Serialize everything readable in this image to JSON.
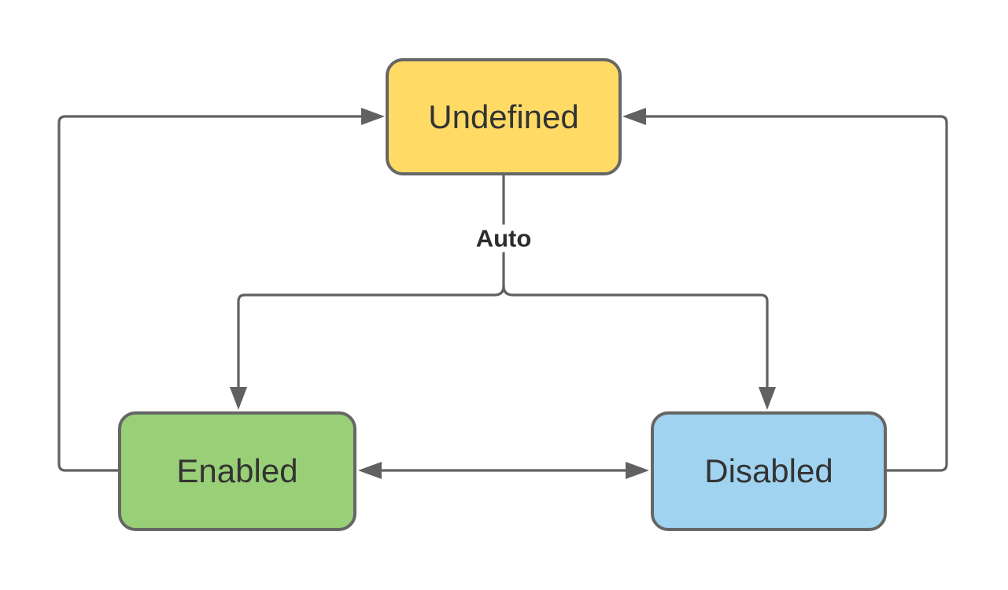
{
  "diagram": {
    "type": "state-diagram",
    "background": "#ffffff",
    "nodes": [
      {
        "label": "Undefined",
        "fill": "#FFDB66",
        "position": "top-center"
      },
      {
        "label": "Enabled",
        "fill": "#99D077",
        "position": "bottom-left"
      },
      {
        "label": "Disabled",
        "fill": "#A0D3F0",
        "position": "bottom-right"
      }
    ],
    "edges": [
      {
        "from": "Undefined",
        "to": "Enabled",
        "label": "Auto",
        "style": "arrow"
      },
      {
        "from": "Undefined",
        "to": "Disabled",
        "label": "Auto",
        "style": "arrow"
      },
      {
        "from": "Enabled",
        "to": "Undefined",
        "label": "",
        "style": "arrow"
      },
      {
        "from": "Disabled",
        "to": "Undefined",
        "label": "",
        "style": "arrow"
      },
      {
        "from": "Enabled",
        "to": "Disabled",
        "label": "",
        "style": "double-arrow"
      }
    ],
    "colors": {
      "connector": "#616161",
      "node_border": "#666666",
      "node_text": "#333333",
      "label_text": "#2d2d2d"
    }
  }
}
